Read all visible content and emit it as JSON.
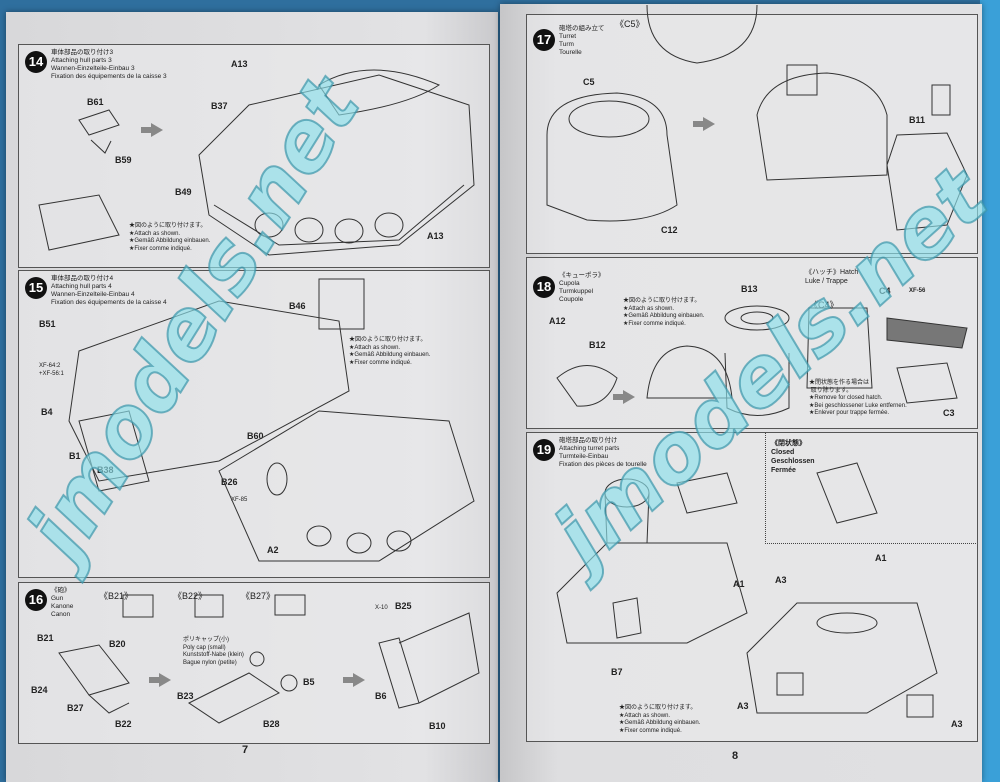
{
  "watermark": "jmodels.net",
  "left_page": {
    "page_number": "7",
    "steps": [
      {
        "number": "14",
        "title": "車体部品の取り付け3\nAttaching hull parts 3\nWannen-Einzelteile-Einbau 3\nFixation des équipements de la caisse 3",
        "labels": [
          "A13",
          "B37",
          "B61",
          "B59",
          "B49",
          "A13"
        ],
        "note": "★図のように取り付けます。\n★Attach as shown.\n★Gemäß Abbildung einbauen.\n★Fixer comme indiqué."
      },
      {
        "number": "15",
        "title": "車体部品の取り付け4\nAttaching hull parts 4\nWannen-Einzelteile-Einbau 4\nFixation des équipements de la caisse 4",
        "labels": [
          "B51",
          "B46",
          "XF-64:2\n+XF-56:1",
          "B4",
          "B1",
          "B38",
          "B60",
          "B26",
          "XF-85",
          "A2"
        ],
        "note": "★図のように取り付けます。\n★Attach as shown.\n★Gemäß Abbildung einbauen.\n★Fixer comme indiqué."
      },
      {
        "number": "16",
        "title": "《砲》\nGun\nKanone\nCanon",
        "labels": [
          "《B21》",
          "《B22》",
          "《B27》",
          "X-10",
          "B25",
          "B21",
          "B20",
          "B24",
          "B27",
          "B22",
          "B23",
          "B28",
          "B5",
          "B6",
          "B10"
        ],
        "note": "ポリキャップ(小)\nPoly cap (small)\nKunststoff-Nabe (klein)\nBague nylon (petite)"
      }
    ]
  },
  "right_page": {
    "page_number": "8",
    "steps": [
      {
        "number": "17",
        "title": "砲塔の組み立て\nTurret\nTurm\nTourelle",
        "labels": [
          "《C5》",
          "C5",
          "C12",
          "B11"
        ]
      },
      {
        "number": "18",
        "title": "《キューポラ》\nCupola\nTurmkuppel\nCoupole",
        "labels": [
          "A12",
          "B12",
          "B13",
          "C4",
          "XF-56",
          "C3"
        ],
        "note": "★図のように取り付けます。\n★Attach as shown.\n★Gemäß Abbildung einbauen.\n★Fixer comme indiqué.",
        "hatch_title": "《ハッチ》Hatch\nLuke / Trappe",
        "hatch_label": "《C4》",
        "hatch_note": "★閉状態を作る場合は\n 取り除ります。\n★Remove for closed hatch.\n★Bei geschlossener Luke entfernen.\n★Enlever pour trappe fermée."
      },
      {
        "number": "19",
        "title": "砲塔部品の取り付け\nAttaching turret parts\nTurmteile-Einbau\nFixation des pièces de tourelle",
        "labels": [
          "B7",
          "A1",
          "A3",
          "A1",
          "A3",
          "A3"
        ],
        "closed_title": "《閉状態》\nClosed\nGeschlossen\nFermée",
        "note": "★図のように取り付けます。\n★Attach as shown.\n★Gemäß Abbildung einbauen.\n★Fixer comme indiqué."
      }
    ]
  }
}
